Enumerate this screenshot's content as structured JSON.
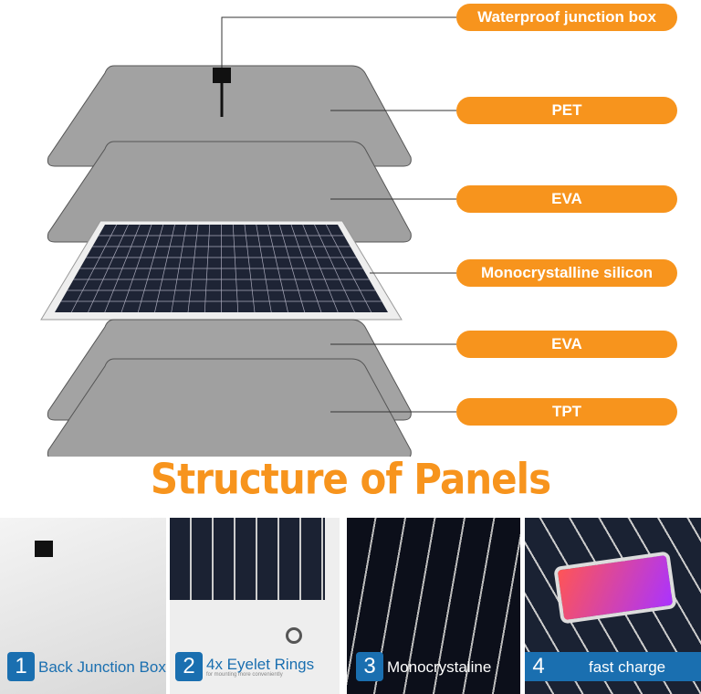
{
  "callouts": [
    "Waterproof junction box",
    "PET",
    "EVA",
    "Monocrystalline silicon",
    "EVA",
    "TPT"
  ],
  "title": "Structure of Panels",
  "features": [
    {
      "num": "1",
      "label": "Back Junction Box"
    },
    {
      "num": "2",
      "label": "4x Eyelet Rings",
      "sub": "for mounting more conveniently"
    },
    {
      "num": "3",
      "label": "Monocrystaline"
    },
    {
      "num": "4",
      "label": "fast charge"
    }
  ],
  "colors": {
    "accent": "#f7941d",
    "badge": "#1a6fb0",
    "layer": "#9a9a9a"
  }
}
